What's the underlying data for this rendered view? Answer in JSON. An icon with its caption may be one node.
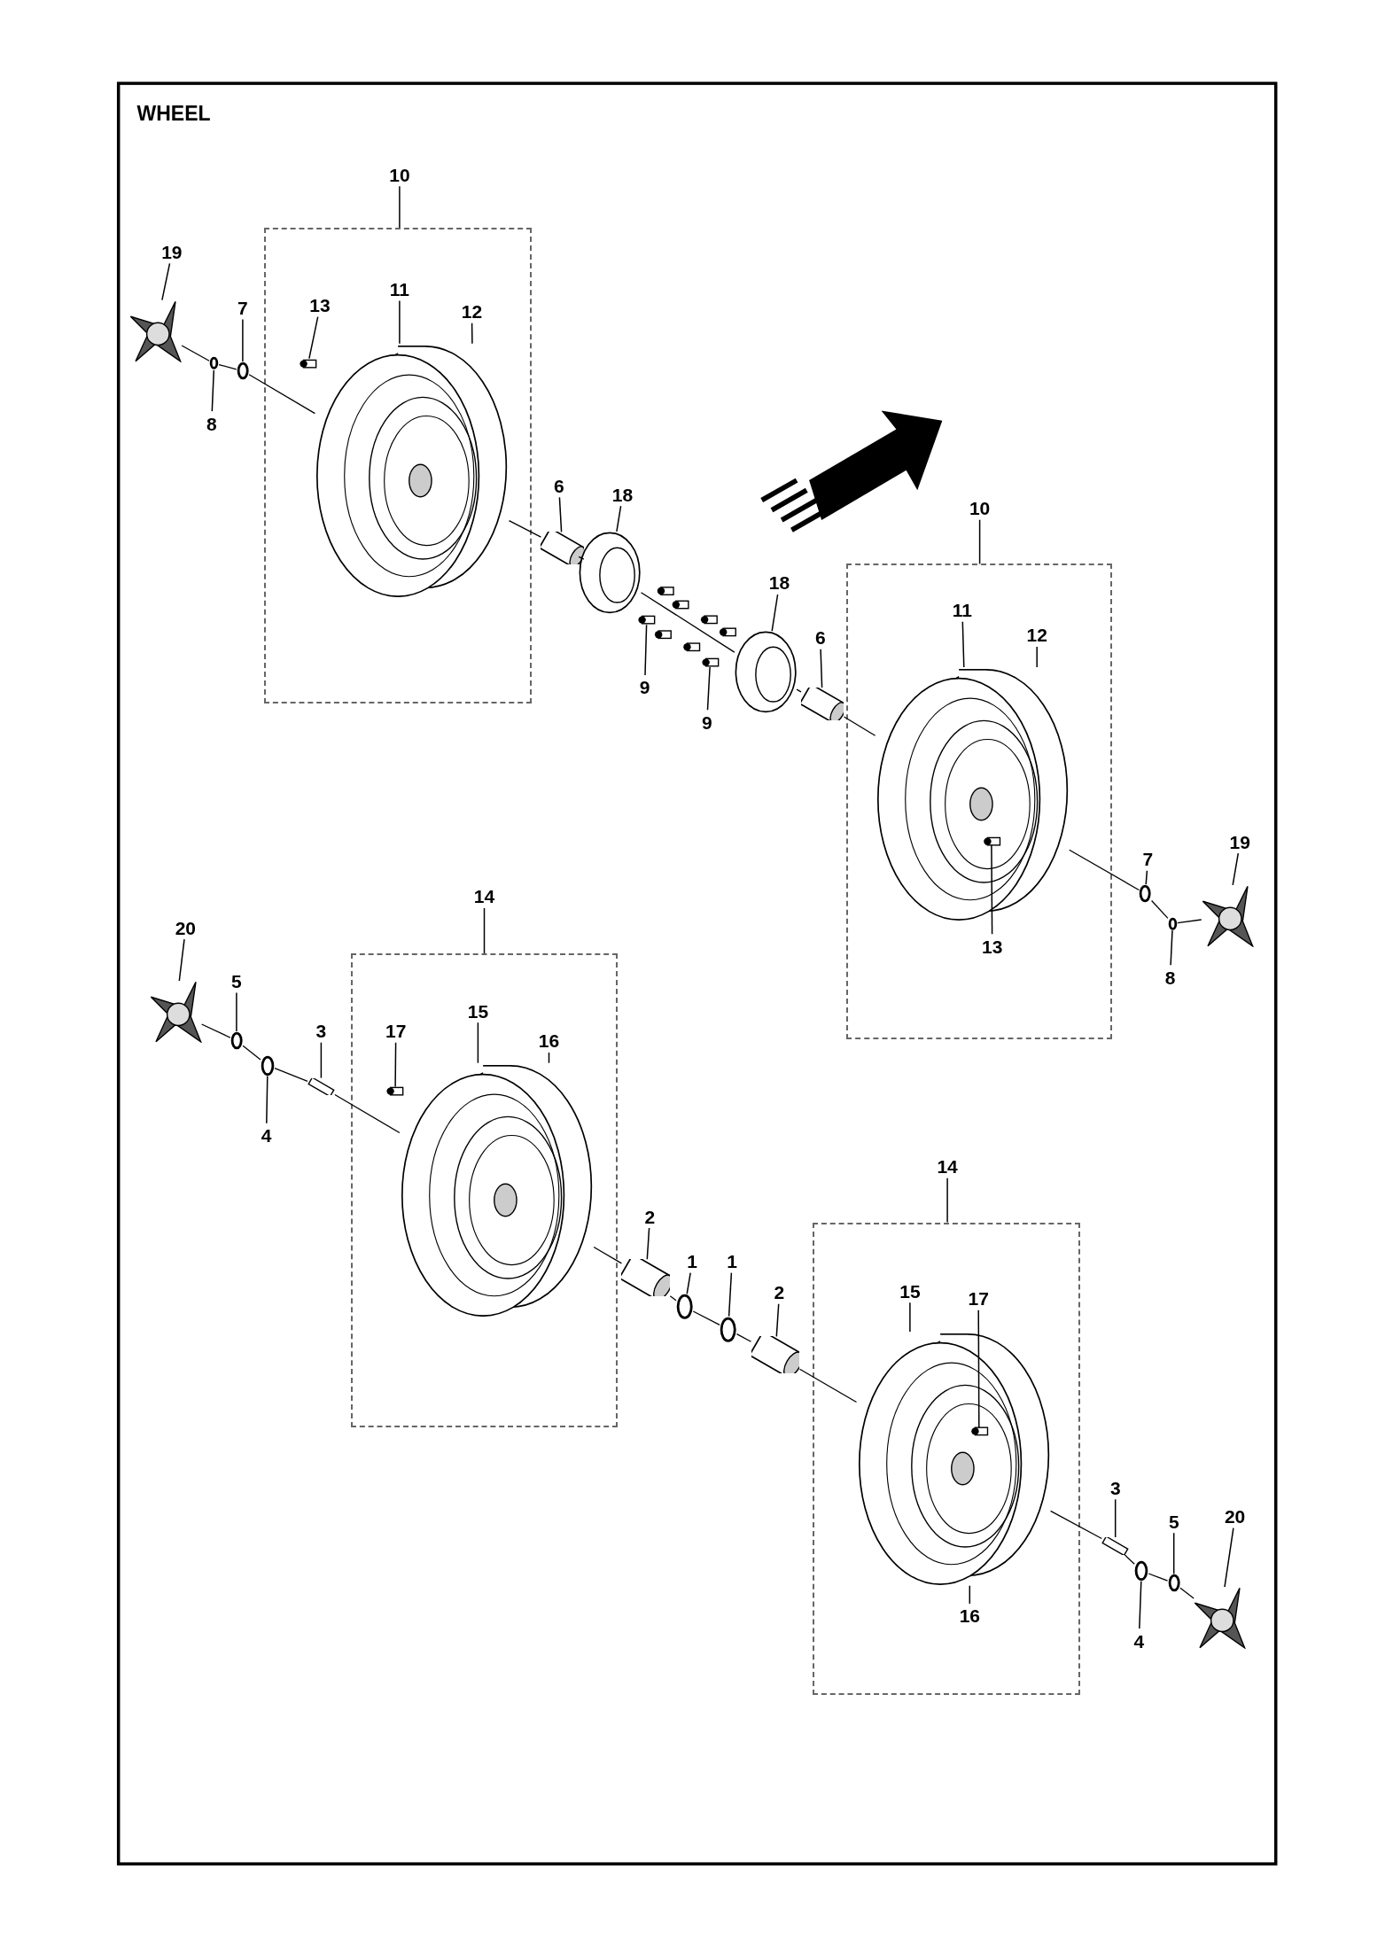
{
  "diagram": {
    "title": "WHEEL",
    "nodes": [
      {
        "text": [
          "10"
        ]
      },
      {
        "text": [],
        "shape": "box"
      },
      {
        "text": [
          "19"
        ]
      },
      {
        "text": [
          "7"
        ]
      },
      {
        "text": [
          "13"
        ],
        "in": 1
      },
      {
        "text": [
          "11"
        ],
        "in": 1
      },
      {
        "text": [
          "12"
        ],
        "in": 1
      },
      {
        "text": [
          "8"
        ]
      },
      {
        "text": [
          "6"
        ]
      },
      {
        "text": [
          "18"
        ]
      },
      {
        "text": [
          "9"
        ]
      },
      {
        "text": [
          "9"
        ]
      },
      {
        "text": [
          "10"
        ]
      },
      {
        "text": [],
        "shape": "box"
      },
      {
        "text": [
          "18"
        ]
      },
      {
        "text": [
          "6"
        ]
      },
      {
        "text": [
          "11"
        ],
        "in": 13
      },
      {
        "text": [
          "12"
        ],
        "in": 13
      },
      {
        "text": [
          "7"
        ]
      },
      {
        "text": [
          "19"
        ]
      },
      {
        "text": [
          "13"
        ],
        "in": 13
      },
      {
        "text": [
          "8"
        ]
      },
      {
        "text": [
          "14"
        ]
      },
      {
        "text": [],
        "shape": "box"
      },
      {
        "text": [
          "20"
        ]
      },
      {
        "text": [
          "5"
        ]
      },
      {
        "text": [
          "3"
        ]
      },
      {
        "text": [
          "17"
        ],
        "in": 23
      },
      {
        "text": [
          "15"
        ],
        "in": 23
      },
      {
        "text": [
          "16"
        ],
        "in": 23
      },
      {
        "text": [
          "4"
        ]
      },
      {
        "text": [
          "2"
        ]
      },
      {
        "text": [
          "1"
        ]
      },
      {
        "text": [
          "1"
        ]
      },
      {
        "text": [
          "2"
        ]
      },
      {
        "text": [
          "14"
        ]
      },
      {
        "text": [],
        "shape": "box"
      },
      {
        "text": [
          "15"
        ],
        "in": 36
      },
      {
        "text": [
          "17"
        ],
        "in": 36
      },
      {
        "text": [
          "3"
        ]
      },
      {
        "text": [
          "5"
        ]
      },
      {
        "text": [
          "20"
        ]
      },
      {
        "text": [
          "4"
        ]
      },
      {
        "text": [
          "16"
        ],
        "in": 36
      },
      {
        "text": [],
        "shape": "picture"
      },
      {
        "text": [],
        "shape": "circle"
      },
      {
        "text": [],
        "shape": "circle"
      },
      {
        "text": [],
        "shape": "bar",
        "in": 1
      },
      {
        "text": [],
        "shape": "picture",
        "in": 1
      },
      {
        "text": [],
        "shape": "cylinder"
      },
      {
        "text": [],
        "shape": "circle"
      },
      {
        "text": [],
        "shape": "bar"
      },
      {
        "text": [],
        "shape": "bar"
      },
      {
        "text": [],
        "shape": "circle"
      },
      {
        "text": [],
        "shape": "cylinder"
      },
      {
        "text": [],
        "shape": "picture",
        "in": 13
      },
      {
        "text": [],
        "shape": "bar",
        "in": 55
      },
      {
        "text": [],
        "shape": "circle"
      },
      {
        "text": [],
        "shape": "circle"
      },
      {
        "text": [],
        "shape": "picture"
      },
      {
        "text": [],
        "shape": "picture"
      },
      {
        "text": [],
        "shape": "circle"
      },
      {
        "text": [],
        "shape": "circle"
      },
      {
        "text": [],
        "shape": "bar"
      },
      {
        "text": [],
        "shape": "bar",
        "in": 23
      },
      {
        "text": [],
        "shape": "picture",
        "in": 23
      },
      {
        "text": [],
        "shape": "cylinder"
      },
      {
        "text": [],
        "shape": "circle"
      },
      {
        "text": [],
        "shape": "circle"
      },
      {
        "text": [],
        "shape": "cylinder"
      },
      {
        "text": [],
        "shape": "picture",
        "in": 36
      },
      {
        "text": [],
        "shape": "bar",
        "in": 70
      },
      {
        "text": [],
        "shape": "bar"
      },
      {
        "text": [],
        "shape": "circle"
      },
      {
        "text": [],
        "shape": "circle"
      },
      {
        "text": [],
        "shape": "picture"
      }
    ],
    "edges": [
      {
        "from": 0,
        "to": 1,
        "arrow": "none"
      },
      {
        "from": 2,
        "to": 44,
        "arrow": "none"
      },
      {
        "from": 3,
        "to": 46,
        "arrow": "none"
      },
      {
        "from": 4,
        "to": 47,
        "arrow": "none"
      },
      {
        "from": 5,
        "to": 48,
        "arrow": "none"
      },
      {
        "from": 6,
        "to": 48,
        "arrow": "none"
      },
      {
        "from": 7,
        "to": 45,
        "arrow": "none"
      },
      {
        "from": 8,
        "to": 49,
        "arrow": "none"
      },
      {
        "from": 9,
        "to": 50,
        "arrow": "none"
      },
      {
        "from": 10,
        "to": 51,
        "arrow": "none"
      },
      {
        "from": 11,
        "to": 52,
        "arrow": "none"
      },
      {
        "from": 12,
        "to": 13,
        "arrow": "none"
      },
      {
        "from": 14,
        "to": 53,
        "arrow": "none"
      },
      {
        "from": 15,
        "to": 54,
        "arrow": "none"
      },
      {
        "from": 16,
        "to": 55,
        "arrow": "none"
      },
      {
        "from": 17,
        "to": 55,
        "arrow": "none"
      },
      {
        "from": 18,
        "to": 57,
        "arrow": "none"
      },
      {
        "from": 19,
        "to": 59,
        "arrow": "none"
      },
      {
        "from": 20,
        "to": 56,
        "arrow": "none"
      },
      {
        "from": 21,
        "to": 58,
        "arrow": "none"
      },
      {
        "from": 22,
        "to": 23,
        "arrow": "none"
      },
      {
        "from": 24,
        "to": 60,
        "arrow": "none"
      },
      {
        "from": 25,
        "to": 61,
        "arrow": "none"
      },
      {
        "from": 26,
        "to": 63,
        "arrow": "none"
      },
      {
        "from": 27,
        "to": 64,
        "arrow": "none"
      },
      {
        "from": 28,
        "to": 65,
        "arrow": "none"
      },
      {
        "from": 29,
        "to": 65,
        "arrow": "none"
      },
      {
        "from": 30,
        "to": 62,
        "arrow": "none"
      },
      {
        "from": 31,
        "to": 66,
        "arrow": "none"
      },
      {
        "from": 32,
        "to": 67,
        "arrow": "none"
      },
      {
        "from": 33,
        "to": 68,
        "arrow": "none"
      },
      {
        "from": 34,
        "to": 69,
        "arrow": "none"
      },
      {
        "from": 35,
        "to": 36,
        "arrow": "none"
      },
      {
        "from": 37,
        "to": 70,
        "arrow": "none"
      },
      {
        "from": 38,
        "to": 71,
        "arrow": "none"
      },
      {
        "from": 39,
        "to": 72,
        "arrow": "none"
      },
      {
        "from": 40,
        "to": 74,
        "arrow": "none"
      },
      {
        "from": 41,
        "to": 75,
        "arrow": "none"
      },
      {
        "from": 42,
        "to": 73,
        "arrow": "none"
      },
      {
        "from": 43,
        "to": 70,
        "arrow": "none"
      },
      {
        "from": 44,
        "to": 45,
        "arrow": "none"
      },
      {
        "from": 45,
        "to": 46,
        "arrow": "none"
      },
      {
        "from": 46,
        "to": 48,
        "arrow": "none"
      },
      {
        "from": 48,
        "to": 49,
        "arrow": "none"
      },
      {
        "from": 49,
        "to": 50,
        "arrow": "none"
      },
      {
        "from": 50,
        "to": 53,
        "arrow": "none"
      },
      {
        "from": 53,
        "to": 54,
        "arrow": "none"
      },
      {
        "from": 54,
        "to": 55,
        "arrow": "none"
      },
      {
        "from": 55,
        "to": 57,
        "arrow": "none"
      },
      {
        "from": 57,
        "to": 58,
        "arrow": "none"
      },
      {
        "from": 58,
        "to": 59,
        "arrow": "none"
      },
      {
        "from": 60,
        "to": 61,
        "arrow": "none"
      },
      {
        "from": 61,
        "to": 62,
        "arrow": "none"
      },
      {
        "from": 62,
        "to": 63,
        "arrow": "none"
      },
      {
        "from": 63,
        "to": 65,
        "arrow": "none"
      },
      {
        "from": 65,
        "to": 66,
        "arrow": "none"
      },
      {
        "from": 66,
        "to": 67,
        "arrow": "none"
      },
      {
        "from": 67,
        "to": 68,
        "arrow": "none"
      },
      {
        "from": 68,
        "to": 69,
        "arrow": "none"
      },
      {
        "from": 69,
        "to": 70,
        "arrow": "none"
      },
      {
        "from": 70,
        "to": 72,
        "arrow": "none"
      },
      {
        "from": 72,
        "to": 73,
        "arrow": "none"
      },
      {
        "from": 73,
        "to": 74,
        "arrow": "none"
      },
      {
        "from": 74,
        "to": 75,
        "arrow": "none"
      }
    ]
  }
}
